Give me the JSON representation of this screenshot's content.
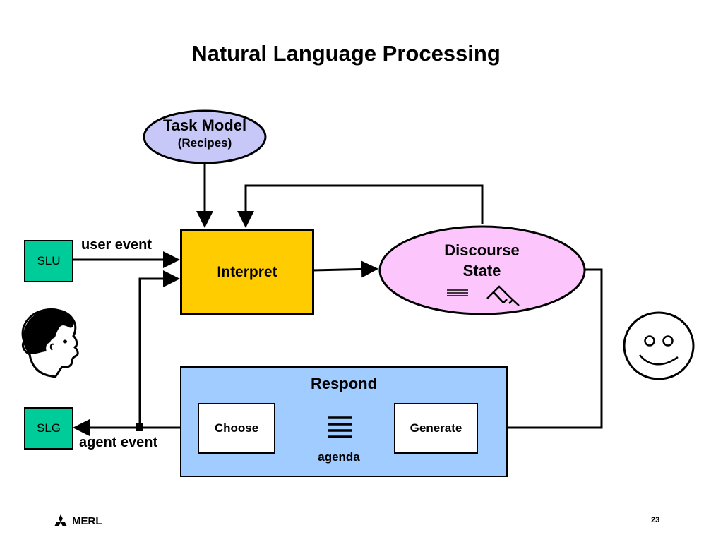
{
  "slide": {
    "title": "Natural Language Processing",
    "page_number": "23",
    "logo_text": "MERL"
  },
  "nodes": {
    "task_model": {
      "title": "Task Model",
      "subtitle": "(Recipes)"
    },
    "interpret": "Interpret",
    "discourse_state": {
      "line1": "Discourse",
      "line2": "State"
    },
    "respond": "Respond",
    "choose": "Choose",
    "generate": "Generate",
    "agenda": "agenda",
    "slu": "SLU",
    "slg": "SLG"
  },
  "labels": {
    "user_event": "user event",
    "agent_event": "agent event"
  },
  "colors": {
    "task_model_fill": "#c8c8f8",
    "interpret_fill": "#ffcc00",
    "discourse_fill": "#fcc6fc",
    "respond_fill": "#a0ccff",
    "slu_slg_fill": "#00cc99"
  },
  "icons": [
    "human-head-icon",
    "smiley-face-icon",
    "agenda-stack-icon",
    "tree-icon",
    "mitsubishi-logo-icon"
  ]
}
